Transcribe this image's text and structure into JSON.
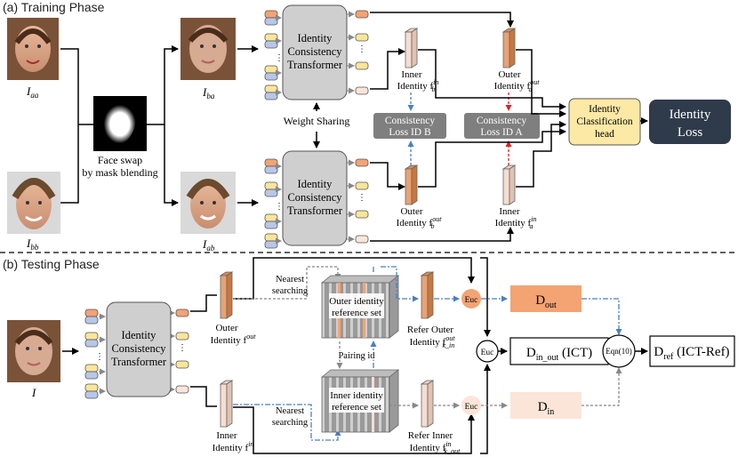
{
  "training": {
    "title": "(a) Training Phase",
    "label_aa": "I",
    "label_aa_sub": "aa",
    "label_bb": "I",
    "label_bb_sub": "bb",
    "label_ba": "I",
    "label_ba_sub": "ba",
    "label_ab": "I",
    "label_ab_sub": "ab",
    "faceswap_line1": "Face swap",
    "faceswap_line2": "by mask blending",
    "ict_line1": "Identity",
    "ict_line2": "Consistency",
    "ict_line3": "Transformer",
    "weight_sharing": "Weight Sharing",
    "inner_b_line1": "Inner",
    "inner_b_line2": "Identity f",
    "inner_b_sub": "b",
    "inner_b_sup": "in",
    "outer_a_line1": "Outer",
    "outer_a_line2": "Identity f",
    "outer_a_sub": "a",
    "outer_a_sup": "out",
    "outer_b_line1": "Outer",
    "outer_b_line2": "Identity f",
    "outer_b_sub": "b",
    "outer_b_sup": "out",
    "inner_a_line1": "Inner",
    "inner_a_line2": "Identity f",
    "inner_a_sub": "a",
    "inner_a_sup": "in",
    "loss_b_line1": "Consistency",
    "loss_b_line2": "Loss ID B",
    "loss_a_line1": "Consistency",
    "loss_a_line2": "Loss ID A",
    "cls_line1": "Identity",
    "cls_line2": "Classification",
    "cls_line3": "head",
    "idloss_line1": "Identity",
    "idloss_line2": "Loss"
  },
  "testing": {
    "title": "(b) Testing Phase",
    "label_i": "I",
    "ict_line1": "Identity",
    "ict_line2": "Consistency",
    "ict_line3": "Transformer",
    "outer_line1": "Outer",
    "outer_line2": "Identity f",
    "outer_sup": "out",
    "inner_line1": "Inner",
    "inner_line2": "Identity f",
    "inner_sup": "in",
    "nearest1_line1": "Nearest",
    "nearest1_line2": "searching",
    "nearest2_line1": "Nearest",
    "nearest2_line2": "searching",
    "outer_ref_line1": "Outer identity",
    "outer_ref_line2": "reference set",
    "inner_ref_line1": "Inner identity",
    "inner_ref_line2": "reference set",
    "pairing": "Pairing id",
    "refer_outer_line1": "Refer Outer",
    "refer_outer_line2": "Identity f",
    "refer_outer_sub": "k_in",
    "refer_outer_sup": "out",
    "refer_inner_line1": "Refer Inner",
    "refer_inner_line2": "Identity f",
    "refer_inner_sub": "k_out",
    "refer_inner_sup": "in",
    "euc": "Euc",
    "d_out": "D",
    "d_out_sub": "out",
    "d_in": "D",
    "d_in_sub": "in",
    "d_in_out": "D",
    "d_in_out_sub": "in_out",
    "d_in_out_suffix": " (ICT)",
    "eqn": "Eqn(10)",
    "d_ref": "D",
    "d_ref_sub": "ref",
    "d_ref_suffix": " (ICT-Ref)"
  },
  "colors": {
    "outer": "#e9a272",
    "inner": "#f6ddd0",
    "transformer": "#cfcfcf",
    "loss_box": "#7f7f7f",
    "cls_head": "#fde9a6",
    "id_loss": "#2f3a4a",
    "d_out_fill": "#f4a373",
    "d_in_fill": "#fbe5d8",
    "blue_arrow": "#4a7fc0",
    "red_arrow": "#e02020"
  }
}
